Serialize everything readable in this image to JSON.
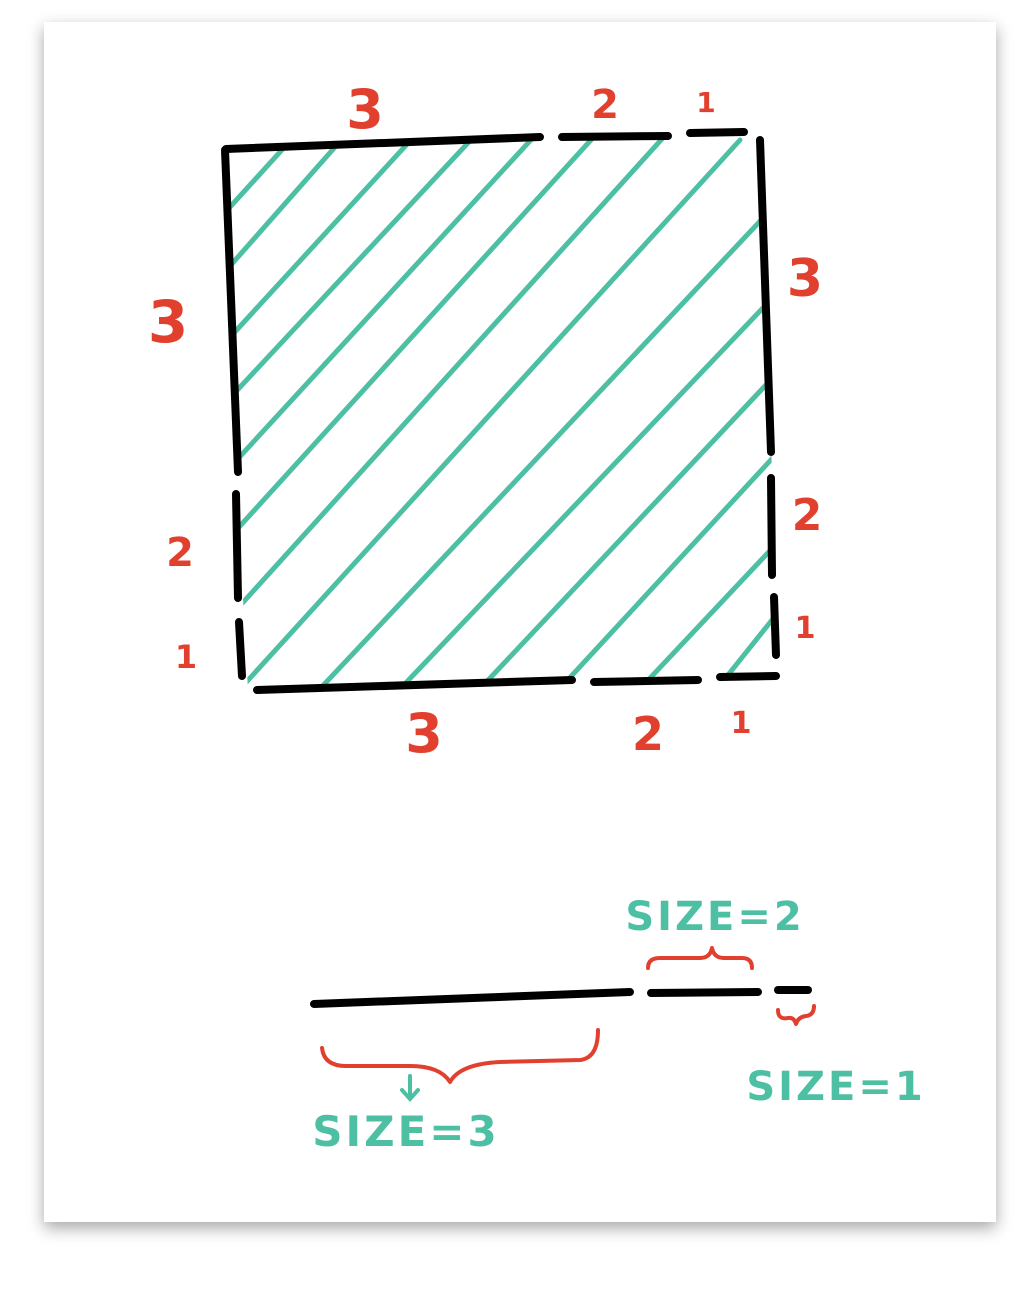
{
  "square": {
    "top_labels": [
      "3",
      "2",
      "1"
    ],
    "right_labels": [
      "3",
      "2",
      "1"
    ],
    "bottom_labels": [
      "3",
      "2",
      "1"
    ],
    "left_labels": [
      "3",
      "2",
      "1"
    ]
  },
  "legend": {
    "size2_label": "SIZE=2",
    "size1_label": "SIZE=1",
    "size3_label": "SIZE=3"
  },
  "colors": {
    "edge": "#000000",
    "hatch": "#4dbfa3",
    "labels": "#e2402f",
    "paper": "#ffffff"
  }
}
